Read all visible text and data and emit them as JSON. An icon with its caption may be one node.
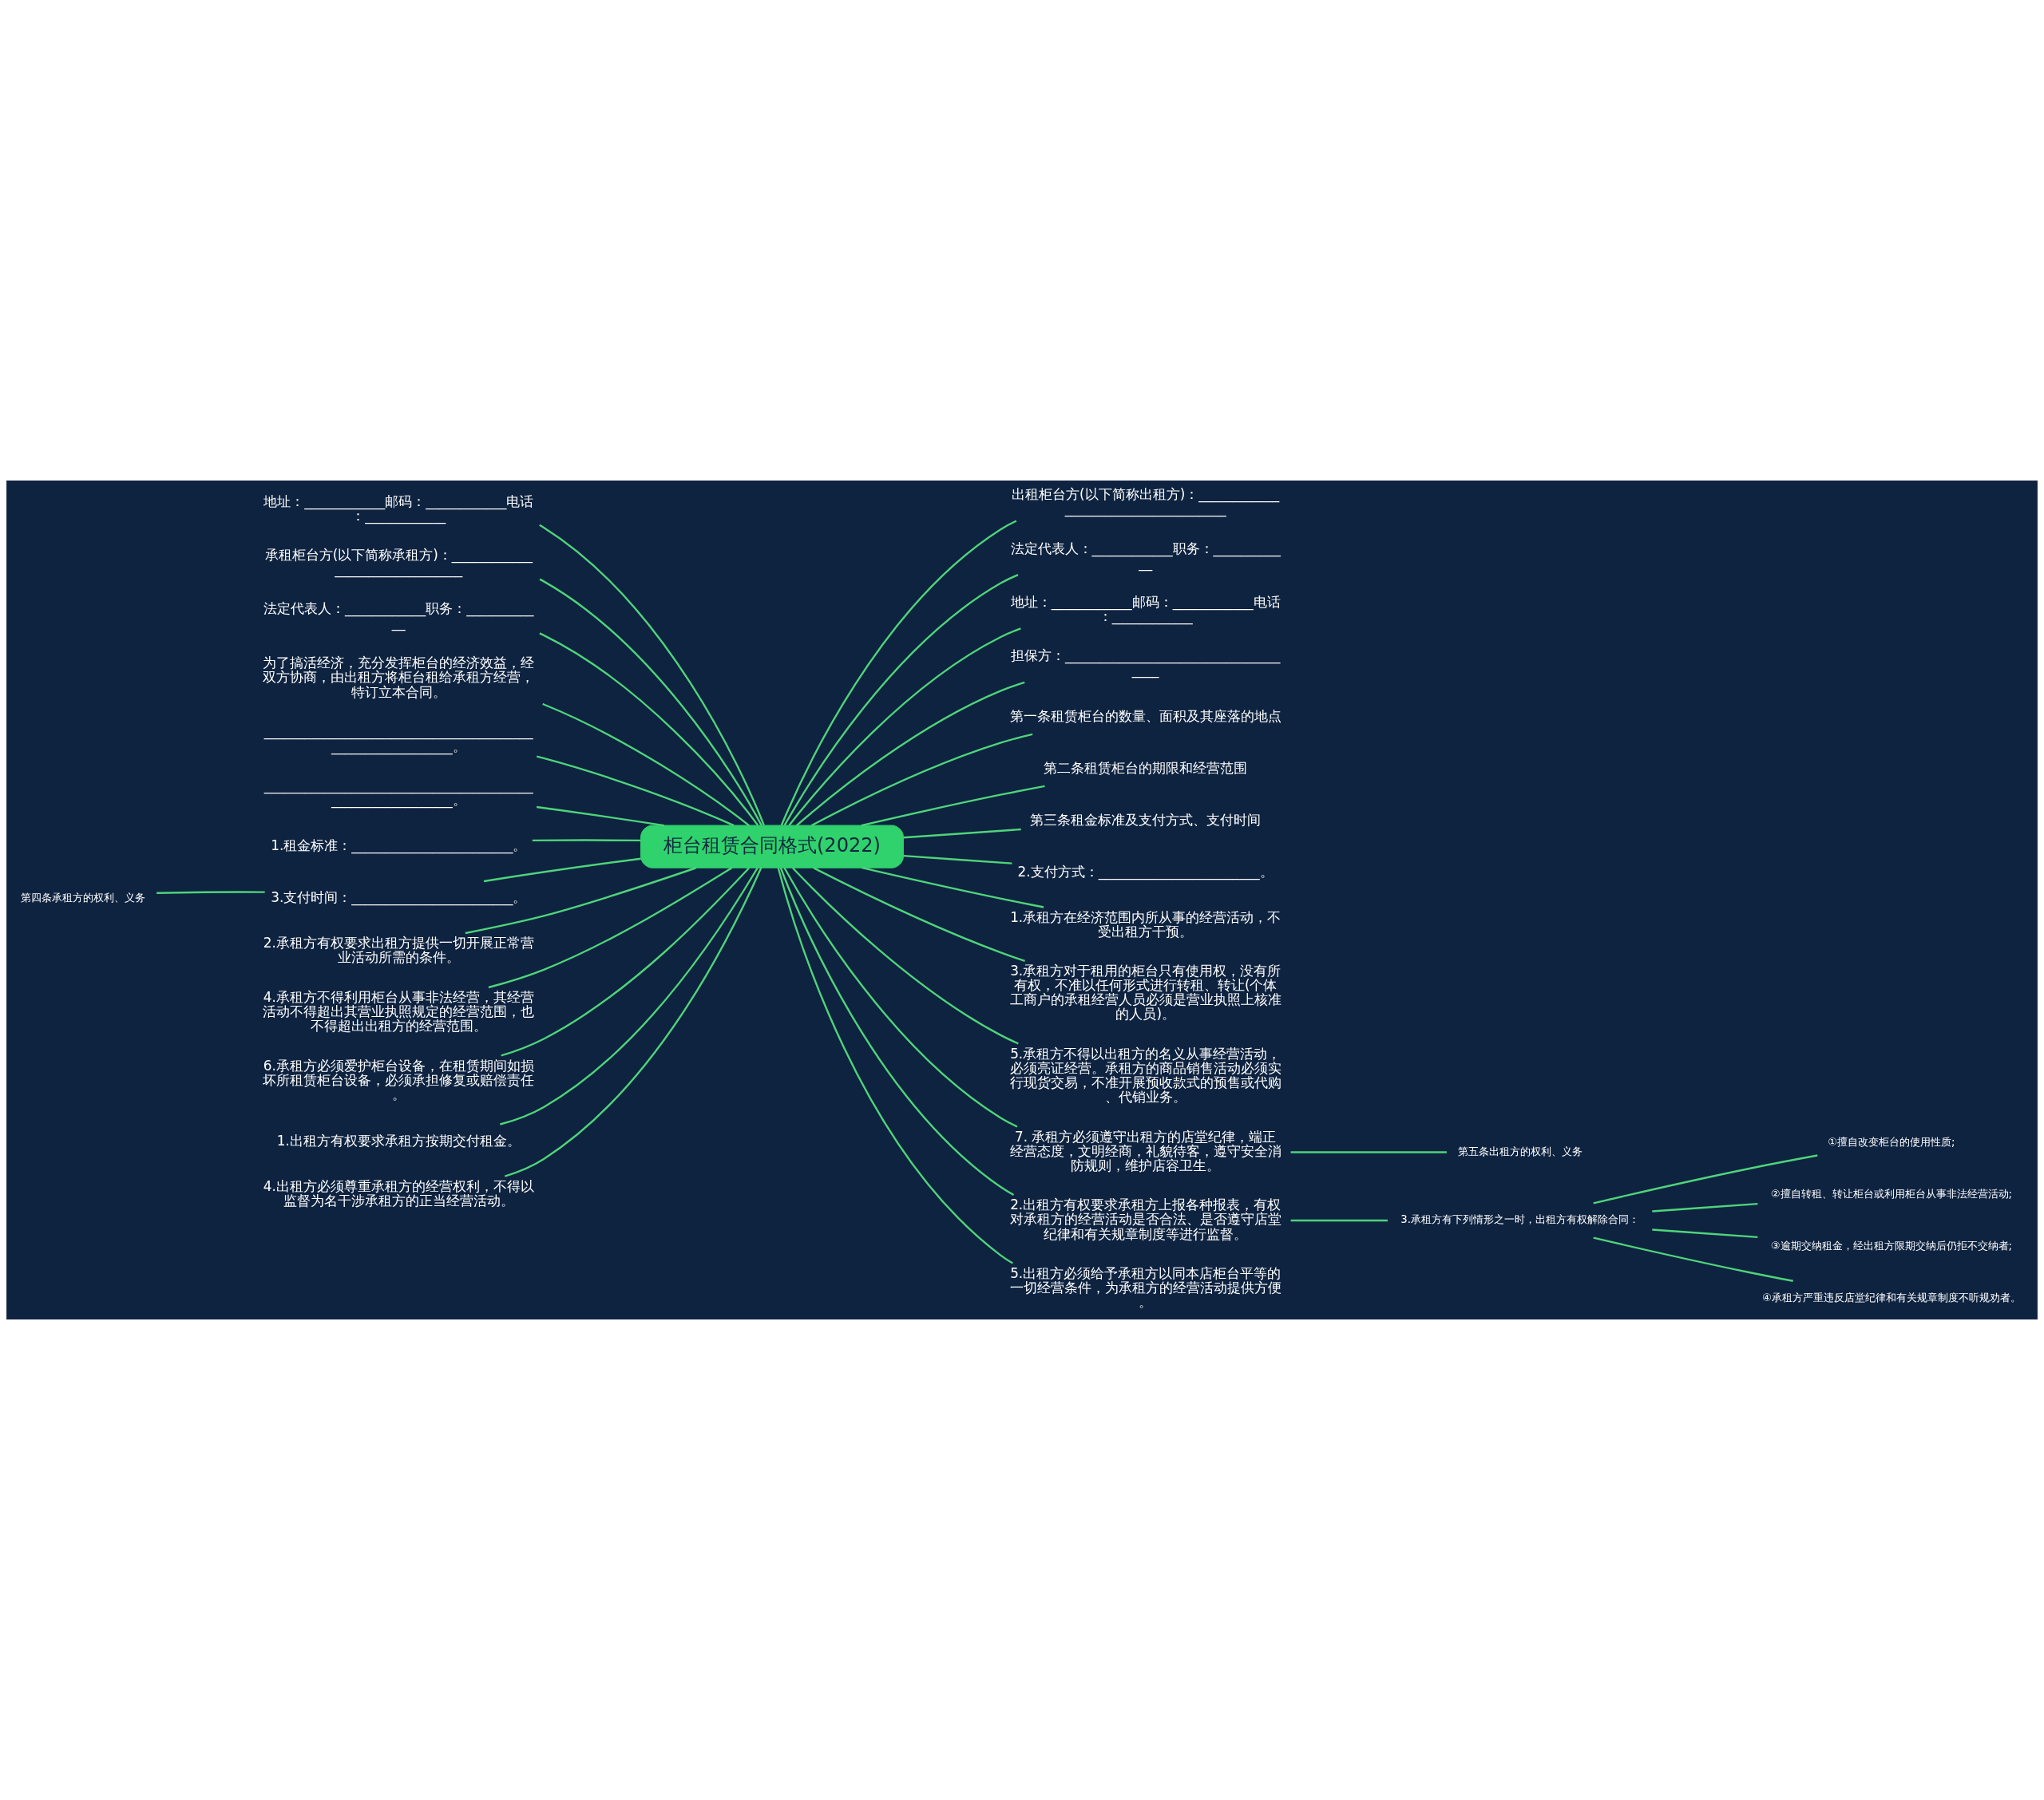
{
  "diagram": {
    "nodes": [
      {
        "text": [
          "柜台租赁合同格式(2022)"
        ]
      },
      {
        "text": [
          "出租柜台方(以下简称出租方)：____________________________________"
        ]
      },
      {
        "text": [
          "法定代表人：____________职务：____________"
        ]
      },
      {
        "text": [
          "地址：____________邮码：____________电话：____________"
        ]
      },
      {
        "text": [
          "担保方：____________________________________"
        ]
      },
      {
        "text": [
          "第一条租赁柜台的数量、面积及其座落的地点"
        ]
      },
      {
        "text": [
          "第二条租赁柜台的期限和经营范围"
        ]
      },
      {
        "text": [
          "第三条租金标准及支付方式、支付时间"
        ]
      },
      {
        "text": [
          "2.支付方式：________________________。"
        ]
      },
      {
        "text": [
          "1.承租方在经济范围内所从事的经营活动，不受出租方干预。"
        ]
      },
      {
        "text": [
          "3.承租方对于租用的柜台只有使用权，没有所有权，不准以任何形式进行转租、转让(个体工商户的承租经营人员必须是营业执照上核准的人员)。"
        ]
      },
      {
        "text": [
          "5.承租方不得以出租方的名义从事经营活动，必须亮证经营。承租方的商品销售活动必须实行现货交易，不准开展预收款式的预售或代购、代销业务。"
        ]
      },
      {
        "text": [
          "7. 承租方必须遵守出租方的店堂纪律，端正经营态度，文明经商，礼貌待客，遵守安全消防规则，维护店容卫生。"
        ]
      },
      {
        "text": [
          "第五条出租方的权利、义务"
        ]
      },
      {
        "text": [
          "2.出租方有权要求承租方上报各种报表，有权对承租方的经营活动是否合法、是否遵守店堂纪律和有关规章制度等进行监督。"
        ]
      },
      {
        "text": [
          "3.承租方有下列情形之一时，出租方有权解除合同："
        ]
      },
      {
        "text": [
          "①擅自改变柜台的使用性质;"
        ]
      },
      {
        "text": [
          "②擅自转租、转让柜台或利用柜台从事非法经营活动;"
        ]
      },
      {
        "text": [
          "③逾期交纳租金，经出租方限期交纳后仍拒不交纳者;"
        ]
      },
      {
        "text": [
          "④承租方严重违反店堂纪律和有关规章制度不听规劝者。"
        ]
      },
      {
        "text": [
          "5.出租方必须给予承租方以同本店柜台平等的一切经营条件，为承租方的经营活动提供方便。"
        ]
      },
      {
        "text": [
          "地址：____________邮码：____________电话：____________"
        ]
      },
      {
        "text": [
          "承租柜台方(以下简称承租方)：_______________________________"
        ]
      },
      {
        "text": [
          "法定代表人：____________职务：____________"
        ]
      },
      {
        "text": [
          "为了搞活经济，充分发挥柜台的经济效益，经双方协商，由出租方将柜台租给承租方经营，特订立本合同。"
        ]
      },
      {
        "text": [
          "__________________________________________________________。"
        ]
      },
      {
        "text": [
          "__________________________________________________________。"
        ]
      },
      {
        "text": [
          "1.租金标准：________________________。"
        ]
      },
      {
        "text": [
          "3.支付时间：________________________。"
        ]
      },
      {
        "text": [
          "第四条承租方的权利、义务"
        ]
      },
      {
        "text": [
          "2.承租方有权要求出租方提供一切开展正常营业活动所需的条件。"
        ]
      },
      {
        "text": [
          "4.承租方不得利用柜台从事非法经营，其经营活动不得超出其营业执照规定的经营范围，也不得超出出租方的经营范围。"
        ]
      },
      {
        "text": [
          "6.承租方必须爱护柜台设备，在租赁期间如损坏所租赁柜台设备，必须承担修复或赔偿责任。"
        ]
      },
      {
        "text": [
          "1.出租方有权要求承租方按期交付租金。"
        ]
      },
      {
        "text": [
          "4.出租方必须尊重承租方的经营权利，不得以监督为名干涉承租方的正当经营活动。"
        ]
      }
    ],
    "edges": [
      {
        "from": 0,
        "to": 1,
        "arrow": "none"
      },
      {
        "from": 0,
        "to": 2,
        "arrow": "none"
      },
      {
        "from": 0,
        "to": 3,
        "arrow": "none"
      },
      {
        "from": 0,
        "to": 4,
        "arrow": "none"
      },
      {
        "from": 0,
        "to": 5,
        "arrow": "none"
      },
      {
        "from": 0,
        "to": 6,
        "arrow": "none"
      },
      {
        "from": 0,
        "to": 7,
        "arrow": "none"
      },
      {
        "from": 0,
        "to": 8,
        "arrow": "none"
      },
      {
        "from": 0,
        "to": 9,
        "arrow": "none"
      },
      {
        "from": 0,
        "to": 10,
        "arrow": "none"
      },
      {
        "from": 0,
        "to": 11,
        "arrow": "none"
      },
      {
        "from": 0,
        "to": 12,
        "arrow": "none"
      },
      {
        "from": 12,
        "to": 13,
        "arrow": "none"
      },
      {
        "from": 0,
        "to": 14,
        "arrow": "none"
      },
      {
        "from": 14,
        "to": 15,
        "arrow": "none"
      },
      {
        "from": 15,
        "to": 16,
        "arrow": "none"
      },
      {
        "from": 15,
        "to": 17,
        "arrow": "none"
      },
      {
        "from": 15,
        "to": 18,
        "arrow": "none"
      },
      {
        "from": 15,
        "to": 19,
        "arrow": "none"
      },
      {
        "from": 0,
        "to": 20,
        "arrow": "none"
      },
      {
        "from": 0,
        "to": 21,
        "arrow": "none"
      },
      {
        "from": 0,
        "to": 22,
        "arrow": "none"
      },
      {
        "from": 0,
        "to": 23,
        "arrow": "none"
      },
      {
        "from": 0,
        "to": 24,
        "arrow": "none"
      },
      {
        "from": 0,
        "to": 25,
        "arrow": "none"
      },
      {
        "from": 0,
        "to": 26,
        "arrow": "none"
      },
      {
        "from": 0,
        "to": 27,
        "arrow": "none"
      },
      {
        "from": 0,
        "to": 28,
        "arrow": "none"
      },
      {
        "from": 28,
        "to": 29,
        "arrow": "none"
      },
      {
        "from": 0,
        "to": 30,
        "arrow": "none"
      },
      {
        "from": 0,
        "to": 31,
        "arrow": "none"
      },
      {
        "from": 0,
        "to": 32,
        "arrow": "none"
      },
      {
        "from": 0,
        "to": 33,
        "arrow": "none"
      },
      {
        "from": 0,
        "to": 34,
        "arrow": "none"
      }
    ]
  }
}
